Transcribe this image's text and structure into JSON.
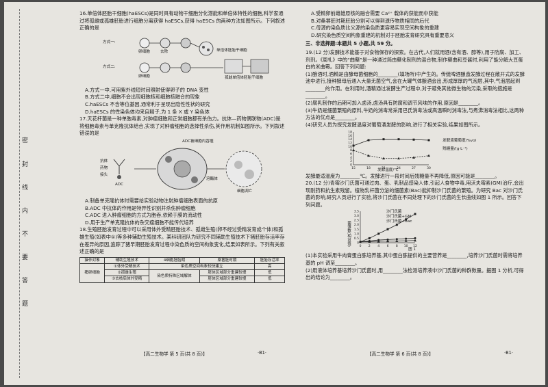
{
  "binding_text": [
    "密",
    "封",
    "线",
    "内",
    "不",
    "要",
    "答",
    "题"
  ],
  "left": {
    "q16_stem": "16.单倍体胚胎干细胞(haESCs)是同时具有动物干细胞分化潜能和单倍体特性的细胞,科学家通过将孤雌或孤雄胚胎进行细胞分离获得 haESCs,获得 haESCs 的两种方法如图所示。下列叙述正确的是",
    "q16_fig": {
      "l1": "方式一:",
      "l2": "方式二:",
      "l3": "卵细胞",
      "l4": "去除",
      "l5": "卵细胞",
      "l6": "单倍体胚胎干细胞",
      "l7": "孤雌单倍体胚胎干细胞"
    },
    "q16_opts": [
      "A.方式一中,可用紫外线短时间照射使得卵子的 DNA 变性",
      "B.方式二中,细胞不会出现细胞核和细胞核融合的现象",
      "C.haESCs 不含等位基因,通常利于呈现出隐性性状的研究",
      "D.haESCs 的性染色体均来自精子,为 1 条 X 或 Y 染色体"
    ],
    "q17_stem": "17.天花杆菌是一种单胞毒素,对肿瘤细胞和正常细胞都有杀伤力。抗体—药物偶联物(ADC)是将细胞毒素与单克隆抗体结合,实现了对肿瘤细胞的选择性杀伤,其作用机制如图所示。下列叙述错误的是",
    "q17_fig": {
      "l1": "ADC被细胞内吞噬",
      "l2": "抗体",
      "l3": "药物",
      "l4": "接头",
      "l5": "ADC",
      "l6": "溶酶体",
      "l7": "细胞凋亡"
    },
    "q17_opts": [
      "A.制备单克隆抗体时需要给实验动物注射肿瘤细胞表面的抗原",
      "B.ADC 中抗体的作用是特异性识别并杀伤肿瘤细胞",
      "C.ADC 进入肿瘤细胞的方式为胞吞,依赖于膜的流动性",
      "D.用于生产单克隆抗体的杂交瘤细胞不能传代培养"
    ],
    "q18_stem": "18.生殖胚胎发育过程中可以采用体外受精胚胎技术、孤雌生殖(卵不经过受精发育成个体)和孤雄生殖(如表中①)等多种辅助生殖技术。某科研团队为研究不同辅助生殖技术下猪胚胎存活率存在差异的原因,追踪了猪早期胚胎发育过程中染色质的空间构象变化,结果如表所示。下列有关叙述正确的是",
    "q18_table": {
      "headers": [
        "操作对象",
        "辅助生殖技术",
        "4细胞胚胎期",
        "桑葚胚时期",
        "胚胎存活率"
      ],
      "group": "猪卵细胞",
      "rows": [
        [
          "①体外受精技术",
          "染色质空间构象较快建立",
          "高"
        ],
        [
          "②孤雌生殖",
          "染色质特殊区域解体",
          "胚体区域部分重建较慢",
          "低"
        ],
        [
          "③去核后体外受精",
          "",
          "胚体区域部分重建较慢",
          "低"
        ]
      ]
    },
    "footer": "【高二生物学  第 5 页(共 8 页)】",
    "footer_code": "·B1·"
  },
  "right": {
    "q18_opts": [
      "A.受精卵前雌雄原核的融合需要 Ca²⁺ 载体的获能而中获能",
      "B.对桑葚胚时期胚胎分割可以得到遗传物质相同的后代",
      "C.母源的染色质比父源的染色质更容易实现空间构象的重建",
      "D.研究染色质空间构象重建的机制对于胚胎发育研究具有重要意义"
    ],
    "section": "三、非选择题:本题共 5 小题,共 59 分。",
    "q19_stem": "19.(12 分)发酵技术能基于对食物保存的探索。在古代,人们就用酒(含有酒、醇等),用于防腐、加工、剂剂。《周礼》中的“曲蘖”是一种通过简由蘖化制剂的混合物,制作蘖曲和豆酱时,利用了能分解大豆蛋白的米曲霉。回答下列问题:",
    "q19_p1": "(1)酿酒时,酒精是由酵母菌细胞的________(填场所)中产生的。传统啤酒酿造发酵过程在敞开式的发酵池中进行,接种酵母后通入大量无菌空气,会在大罐气体酿酒会出,形成厚厚的气泡层,其中,气泡层起到________的作用。在利用时,酒精通过发酵生产过程中,对于避免其他微生物的污染,采取的措施是________。",
    "q19_p2": "(2)腐乳制作的后期可加入卤汤,卤汤具有防腐和调节风味的作用,原因是________。",
    "q19_p3": "(3)牛奶是细菌繁殖的原料,牛奶的消毒常采用巴氏消毒法或高温瞬时消毒法,与煮沸消毒法相比,这两种方法的优点是________。",
    "q19_p4": "(4)研究人员为探究发酵温度对葡萄酒发酵的影响,进行了相关实验,结果如图所示。",
    "q19_chart_legend": [
      "发酵液葡萄度/%vol",
      "残糖量/(g·L⁻¹)"
    ],
    "q19_chart_xlabel": "发酵温度/℃",
    "q19_after": "发酵最适温度为________℃。发酵进行一段时间后残糖量不再降低,原因可能是________。",
    "q20_stem": "20.(12 分)青霉沙门氏菌可通过肉、蛋、乳制品感染人体,引起人食物中毒,用沃夫霉素(GM)治疗,会出现耐药和抗生素残留。植物乳杆菌分泌的细菌素(Bac)能抑制沙门氏菌的繁殖。为研究 Bac 对沙门氏菌的影响,研究人员进行了实验,将沙门氏菌在不同处理下的沙门氏菌的生长曲线如图 1 所示。回答下列问题。",
    "q20_chart_legend": [
      "沙门氏菌",
      "沙门氏菌+GM",
      "沙门氏菌+Bac"
    ],
    "q20_chart_ylabel": "菌落数(相对值)",
    "q20_chart_caption": "图 1",
    "q20_p1": "(1)本实验采用牛肉膏蛋白胨培养基,其中蛋白胨提供的主要营养是________,培养沙门氏菌时需将培养基的 pH 调至________。",
    "q20_p2": "(2)用液体培养基培养沙门氏菌时,用________法检测培养液中沙门氏菌的种群数量。据图 1 分析,可得出的结论为________。",
    "footer": "【高二生物学  第 6 页(共 8 页)】",
    "footer_code": "·B1·"
  },
  "chart_data": [
    {
      "type": "line",
      "title": "",
      "xlabel": "发酵温度/℃",
      "x": [
        15,
        18,
        21,
        24,
        27,
        30
      ],
      "series": [
        {
          "name": "发酵液葡萄度/%vol",
          "values": [
            10.5,
            13.5,
            14,
            14,
            13.8,
            13.5
          ]
        },
        {
          "name": "残糖量/(g·L⁻¹)",
          "values": [
            8,
            5,
            3.5,
            3.5,
            4,
            5
          ]
        }
      ],
      "ylim": [
        0,
        18
      ],
      "xticks": [
        "15",
        "18",
        "21",
        "24",
        "27",
        "30"
      ],
      "yticks": [
        "0",
        "2",
        "4",
        "6",
        "8",
        "10",
        "12",
        "14",
        "16",
        "18"
      ]
    },
    {
      "type": "line",
      "title": "",
      "xlabel": "t/h",
      "ylabel": "菌落数(相对值)",
      "x": [
        0,
        2,
        4,
        6,
        8,
        10,
        12
      ],
      "series": [
        {
          "name": "沙门氏菌",
          "values": [
            0.1,
            0.5,
            1.0,
            1.5,
            2.0,
            2.6,
            3.2
          ]
        },
        {
          "name": "沙门氏菌+GM",
          "values": [
            0.1,
            0.2,
            0.3,
            0.35,
            0.4,
            0.45,
            0.5
          ]
        },
        {
          "name": "沙门氏菌+Bac",
          "values": [
            0.1,
            0.12,
            0.15,
            0.18,
            0.2,
            0.22,
            0.25
          ]
        }
      ],
      "ylim": [
        0,
        3.5
      ],
      "xticks": [
        "0",
        "2",
        "4",
        "6",
        "8",
        "10",
        "12"
      ],
      "yticks": [
        "0",
        "0.5",
        "1.0",
        "1.5",
        "2.0",
        "2.5",
        "3.0",
        "3.5"
      ]
    }
  ]
}
